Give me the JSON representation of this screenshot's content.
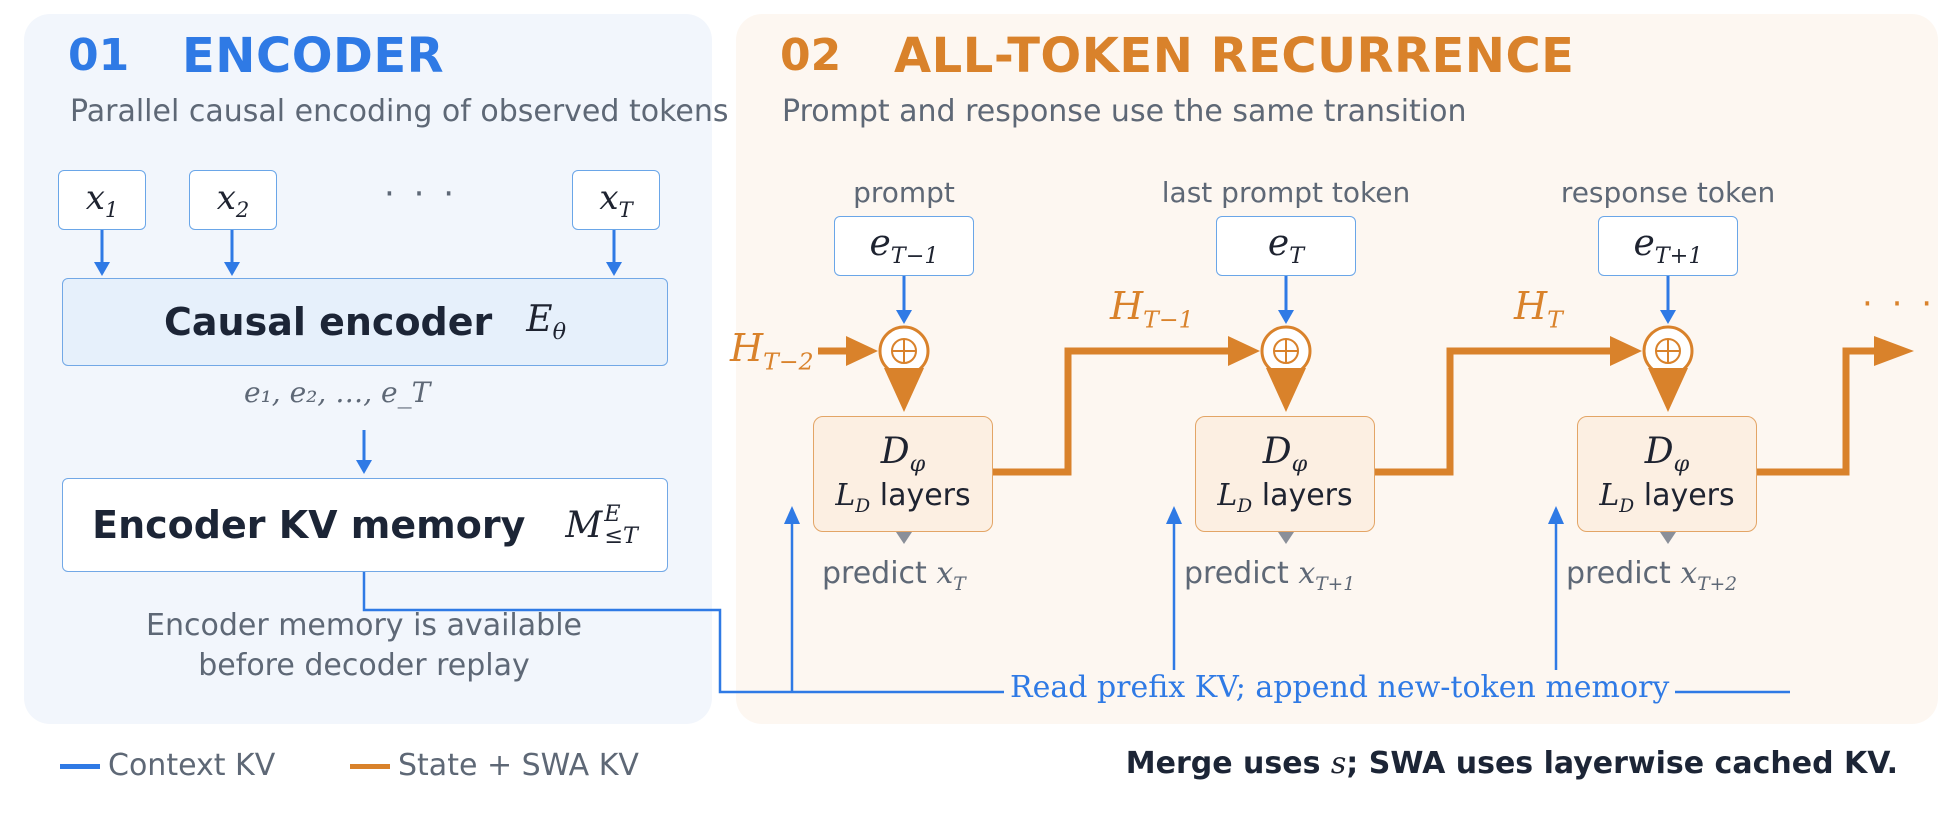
{
  "colors": {
    "context_blue": "#2f7ae5",
    "state_orange": "#d9822b",
    "encoder_panel": "#f2f6fc",
    "recurrence_panel": "#fdf7f1"
  },
  "encoder": {
    "number": "01",
    "title": "ENCODER",
    "subtitle": "Parallel causal encoding of observed tokens",
    "tokens": [
      {
        "base": "x",
        "sub": "1"
      },
      {
        "base": "x",
        "sub": "2"
      },
      {
        "base": "x",
        "sub": "T"
      }
    ],
    "ellipsis": "· · ·",
    "encoder_label": "Causal encoder",
    "encoder_symbol": {
      "base": "E",
      "sub": "θ"
    },
    "embeddings": "e₁,  e₂,  …,  e_T",
    "memory_label": "Encoder KV memory",
    "memory_symbol": {
      "base": "M",
      "sub": "≤T",
      "sup": "E"
    },
    "note_line1": "Encoder memory is available",
    "note_line2": "before decoder replay"
  },
  "recurrence": {
    "number": "02",
    "title": "ALL-TOKEN RECURRENCE",
    "subtitle": "Prompt and response use the same transition",
    "steps": [
      {
        "top_label": "prompt",
        "e_base": "e",
        "e_sub": "T−1",
        "h_in_base": "H",
        "h_in_sub": "T−2",
        "pred_text": "predict",
        "pred_base": "x",
        "pred_sub": "T"
      },
      {
        "top_label": "last prompt token",
        "e_base": "e",
        "e_sub": "T",
        "h_in_base": "H",
        "h_in_sub": "T−1",
        "pred_text": "predict",
        "pred_base": "x",
        "pred_sub": "T+1"
      },
      {
        "top_label": "response token",
        "e_base": "e",
        "e_sub": "T+1",
        "h_in_base": "H",
        "h_in_sub": "T",
        "pred_text": "predict",
        "pred_base": "x",
        "pred_sub": "T+2"
      }
    ],
    "decoder_symbol": {
      "base": "D",
      "sub": "φ"
    },
    "decoder_layers": {
      "base": "L",
      "sub": "D",
      "text": "layers"
    },
    "trailing_ellipsis": "· · ·",
    "read_label": "Read prefix KV; append new-token memory"
  },
  "legend": {
    "context": "Context KV",
    "state": "State + SWA KV"
  },
  "footnote": {
    "before": "Merge uses ",
    "symbol": "s",
    "after": "; SWA uses layerwise cached KV."
  }
}
